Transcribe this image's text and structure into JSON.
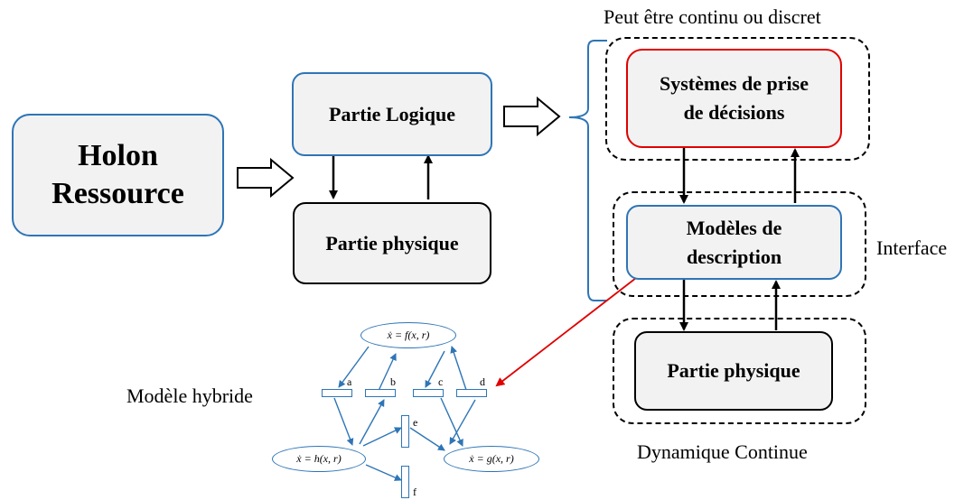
{
  "labels": {
    "top": "Peut être continu ou discret",
    "interface": "Interface",
    "bottom": "Dynamique Continue",
    "hybrid": "Modèle hybride"
  },
  "boxes": {
    "holon_line1": "Holon",
    "holon_line2": "Ressource",
    "logique": "Partie Logique",
    "physique_left": "Partie physique",
    "decision_line1": "Systèmes de prise",
    "decision_line2": "de décisions",
    "modeles_line1": "Modèles de",
    "modeles_line2": "description",
    "physique_right": "Partie physique"
  },
  "hybrid_model": {
    "states": [
      "ẋ = f(x, r)",
      "ẋ = h(x, r)",
      "ẋ = g(x, r)"
    ],
    "transitions": [
      "a",
      "b",
      "c",
      "d",
      "e",
      "f"
    ]
  },
  "colors": {
    "blue": "#2e75b6",
    "red": "#e00000",
    "fill": "#f2f2f2"
  }
}
